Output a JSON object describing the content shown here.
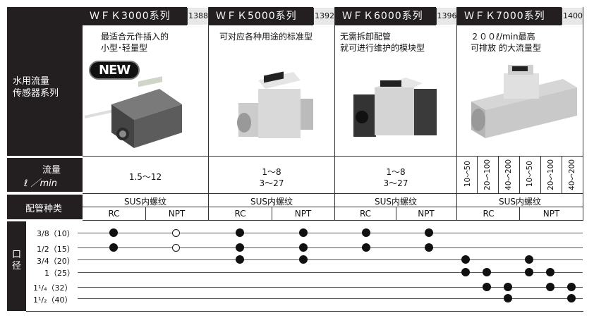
{
  "title_cell": {
    "line1": "水用流量",
    "line2": "传感器系列"
  },
  "products": [
    {
      "name": "ＷＦＫ3000系列",
      "page": "1388",
      "desc1": "最适合元件插入的",
      "desc2": "小型･轻量型",
      "badge": "NEW",
      "flow": "1.5～12"
    },
    {
      "name": "ＷＦＫ5000系列",
      "page": "1392",
      "desc1": "可对应各种用途的标准型",
      "desc2": "",
      "flow1": "1～8",
      "flow2": "3～27"
    },
    {
      "name": "ＷＦＫ6000系列",
      "page": "1396",
      "desc1": "无需拆卸配管",
      "desc2": "就可进行维护的模块型",
      "flow1": "1～8",
      "flow2": "3～27"
    },
    {
      "name": "ＷＦＫ7000系列",
      "page": "1400",
      "desc1": "２００ℓ/min最高",
      "desc2": "可排放 的大流量型",
      "flows": [
        "10～50",
        "20～100",
        "40～200",
        "10～50",
        "20～100",
        "40～200"
      ]
    }
  ],
  "flow_label": {
    "line1": "流量",
    "line2": "ℓ  ／min"
  },
  "piping_label": "配管种类",
  "sus_label": "SUS内螺纹",
  "thread_types": {
    "rc": "RC",
    "npt": "NPT"
  },
  "diameter_label": {
    "line1": "口",
    "line2": "径"
  },
  "sizes": [
    "3/8（10）",
    "1/2（15）",
    "3/4（20）",
    "1（25）",
    "1¹/₄（32）",
    "1¹/₂（40）"
  ],
  "colors": {
    "dark": "#231f20",
    "photo_bg": "#f2f2f2"
  }
}
